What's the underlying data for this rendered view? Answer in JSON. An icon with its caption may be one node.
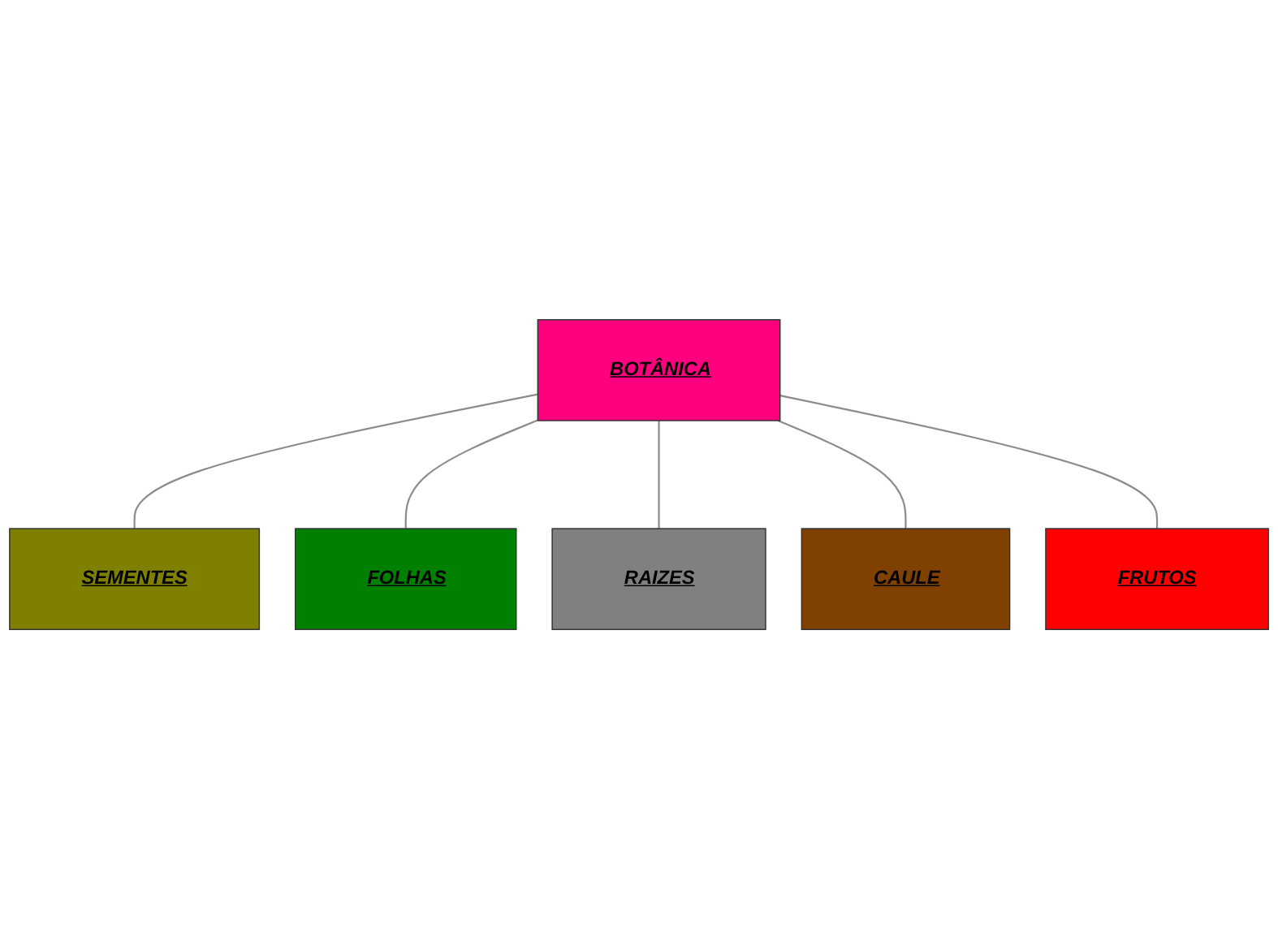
{
  "diagram": {
    "nodes": [
      {
        "text": [
          "BOTÂNICA"
        ]
      },
      {
        "text": [
          "SEMENTES"
        ]
      },
      {
        "text": [
          "FRUTOS"
        ]
      },
      {
        "text": [
          "FOLHAS"
        ]
      },
      {
        "text": [
          "CAULE"
        ]
      },
      {
        "text": [
          "RAIZES"
        ]
      }
    ],
    "edges": [
      {
        "from": 0,
        "to": 1,
        "arrow": "none"
      },
      {
        "from": 0,
        "to": 3,
        "arrow": "none"
      },
      {
        "from": 0,
        "to": 5,
        "arrow": "none"
      },
      {
        "from": 0,
        "to": 4,
        "arrow": "none"
      },
      {
        "from": 0,
        "to": 2,
        "arrow": "none"
      }
    ]
  }
}
